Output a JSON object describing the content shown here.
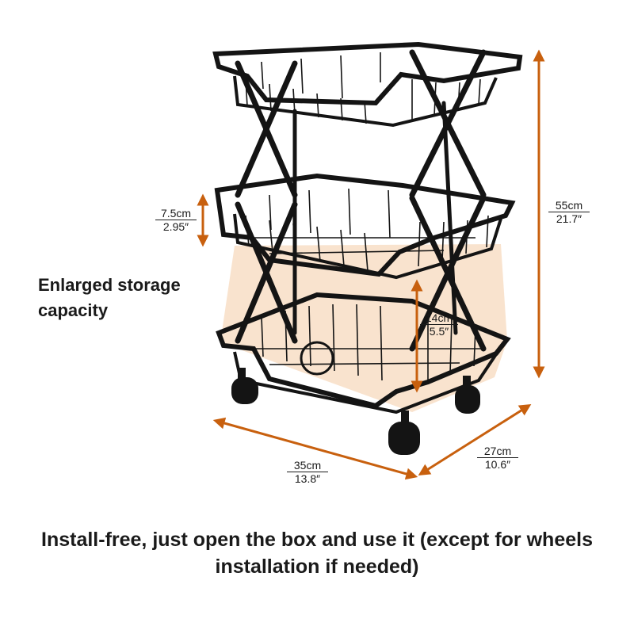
{
  "feature_text": "Enlarged storage capacity",
  "caption": "Install-free, just open the box and use it (except for wheels installation if needed)",
  "dimensions": {
    "height": {
      "metric": "55cm",
      "imperial": "21.7″"
    },
    "basket_depth": {
      "metric": "7.5cm",
      "imperial": "2.95″"
    },
    "tier_gap": {
      "metric": "14cm",
      "imperial": "5.5″"
    },
    "width": {
      "metric": "35cm",
      "imperial": "13.8″"
    },
    "depth": {
      "metric": "27cm",
      "imperial": "10.6″"
    }
  },
  "colors": {
    "arrow": "#c8600e",
    "highlight": "#f7d9bd",
    "frame": "#141414"
  }
}
